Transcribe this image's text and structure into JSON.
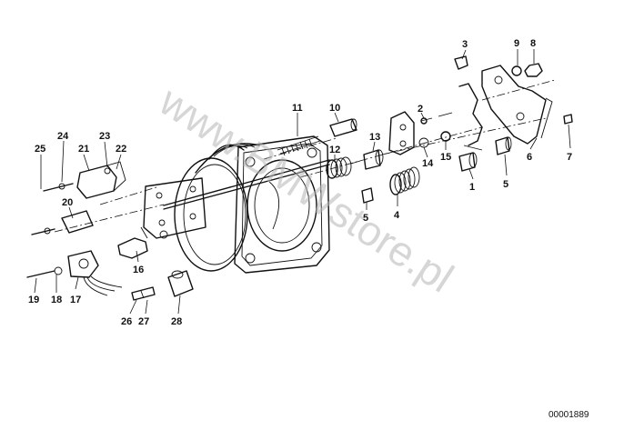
{
  "watermark": "www.BMWstore.pl",
  "diagram_code": "00001889",
  "callouts": [
    {
      "id": "c1",
      "text": "1"
    },
    {
      "id": "c2",
      "text": "2"
    },
    {
      "id": "c3",
      "text": "3"
    },
    {
      "id": "c4",
      "text": "4"
    },
    {
      "id": "c5a",
      "text": "5"
    },
    {
      "id": "c5b",
      "text": "5"
    },
    {
      "id": "c6",
      "text": "6"
    },
    {
      "id": "c7",
      "text": "7"
    },
    {
      "id": "c8",
      "text": "8"
    },
    {
      "id": "c9",
      "text": "9"
    },
    {
      "id": "c10",
      "text": "10"
    },
    {
      "id": "c11",
      "text": "11"
    },
    {
      "id": "c12",
      "text": "12"
    },
    {
      "id": "c13",
      "text": "13"
    },
    {
      "id": "c14",
      "text": "14"
    },
    {
      "id": "c15",
      "text": "15"
    },
    {
      "id": "c16",
      "text": "16"
    },
    {
      "id": "c17",
      "text": "17"
    },
    {
      "id": "c18",
      "text": "18"
    },
    {
      "id": "c19",
      "text": "19"
    },
    {
      "id": "c20",
      "text": "20"
    },
    {
      "id": "c21",
      "text": "21"
    },
    {
      "id": "c22",
      "text": "22"
    },
    {
      "id": "c23",
      "text": "23"
    },
    {
      "id": "c24",
      "text": "24"
    },
    {
      "id": "c25",
      "text": "25"
    },
    {
      "id": "c26",
      "text": "26"
    },
    {
      "id": "c27",
      "text": "27"
    },
    {
      "id": "c28",
      "text": "28"
    }
  ]
}
